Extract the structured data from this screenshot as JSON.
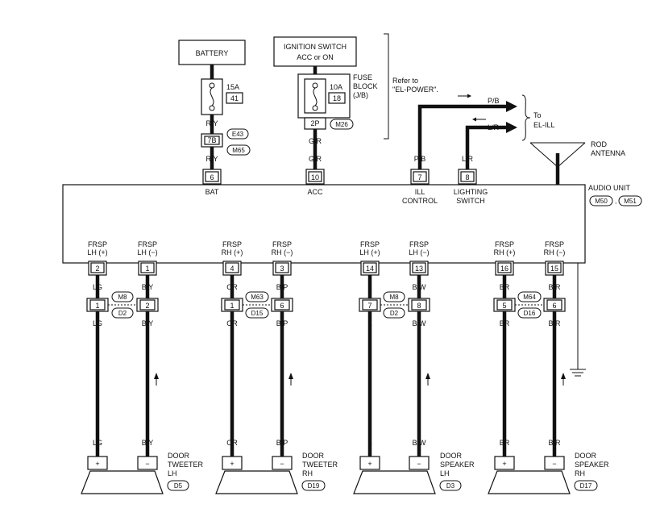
{
  "power": {
    "battery": "BATTERY",
    "ignition_line1": "IGNITION SWITCH",
    "ignition_line2": "ACC or ON",
    "fuse1_amp": "15A",
    "fuse1_num": "41",
    "fuse2_amp": "10A",
    "fuse2_num": "18",
    "fuse_block_line1": "FUSE",
    "fuse_block_line2": "BLOCK",
    "fuse_block_line3": "(J/B)",
    "refer_line1": "Refer to",
    "refer_line2": "\"EL-POWER\".",
    "wire_ry": "R/Y",
    "wire_gr": "G/R",
    "conn_7b": "7B",
    "conn_2p": "2P",
    "conn_e43": "E43",
    "conn_m65": "M65",
    "conn_m26": "M26"
  },
  "ill": {
    "wire_pb": "P/B",
    "wire_lr": "L/R",
    "to_line1": "To",
    "to_line2": "EL-ILL"
  },
  "antenna": {
    "line1": "ROD",
    "line2": "ANTENNA"
  },
  "audio_unit": {
    "title": "AUDIO UNIT",
    "conn_m50": "M50",
    "conn_m51": "M51",
    "sep": ",",
    "top_terminals": [
      {
        "pin": "6",
        "label1": "BAT",
        "label2": ""
      },
      {
        "pin": "10",
        "label1": "ACC",
        "label2": ""
      },
      {
        "pin": "7",
        "label1": "ILL",
        "label2": "CONTROL"
      },
      {
        "pin": "8",
        "label1": "LIGHTING",
        "label2": "SWITCH"
      }
    ]
  },
  "speakers": [
    {
      "name1": "DOOR",
      "name2": "TWEETER",
      "name3": "LH",
      "conn": "D5",
      "joint_conn": "M8",
      "joint_conn2": "D2",
      "plus": {
        "out1": "FRSP",
        "out2": "LH (+)",
        "pin": "2",
        "wire": "LG",
        "jpin": "1"
      },
      "minus": {
        "out1": "FRSP",
        "out2": "LH (−)",
        "pin": "1",
        "wire": "B/Y",
        "jpin": "2"
      }
    },
    {
      "name1": "DOOR",
      "name2": "TWEETER",
      "name3": "RH",
      "conn": "D19",
      "joint_conn": "M63",
      "joint_conn2": "D15",
      "plus": {
        "out1": "FRSP",
        "out2": "RH (+)",
        "pin": "4",
        "wire": "OR",
        "jpin": "1"
      },
      "minus": {
        "out1": "FRSP",
        "out2": "RH (−)",
        "pin": "3",
        "wire": "B/P",
        "jpin": "6"
      }
    },
    {
      "name1": "DOOR",
      "name2": "SPEAKER",
      "name3": "LH",
      "conn": "D3",
      "joint_conn": "M8",
      "joint_conn2": "D2",
      "plus": {
        "out1": "FRSP",
        "out2": "LH (+)",
        "pin": "14",
        "wire": "L",
        "jpin": "7"
      },
      "minus": {
        "out1": "FRSP",
        "out2": "LH (−)",
        "pin": "13",
        "wire": "B/W",
        "jpin": "8"
      }
    },
    {
      "name1": "DOOR",
      "name2": "SPEAKER",
      "name3": "RH",
      "conn": "D17",
      "joint_conn": "M64",
      "joint_conn2": "D16",
      "plus": {
        "out1": "FRSP",
        "out2": "RH (+)",
        "pin": "16",
        "wire": "BR",
        "jpin": "5"
      },
      "minus": {
        "out1": "FRSP",
        "out2": "RH (−)",
        "pin": "15",
        "wire": "B/R",
        "jpin": "6"
      }
    }
  ],
  "symbols": {
    "plus": "+",
    "minus": "−"
  }
}
